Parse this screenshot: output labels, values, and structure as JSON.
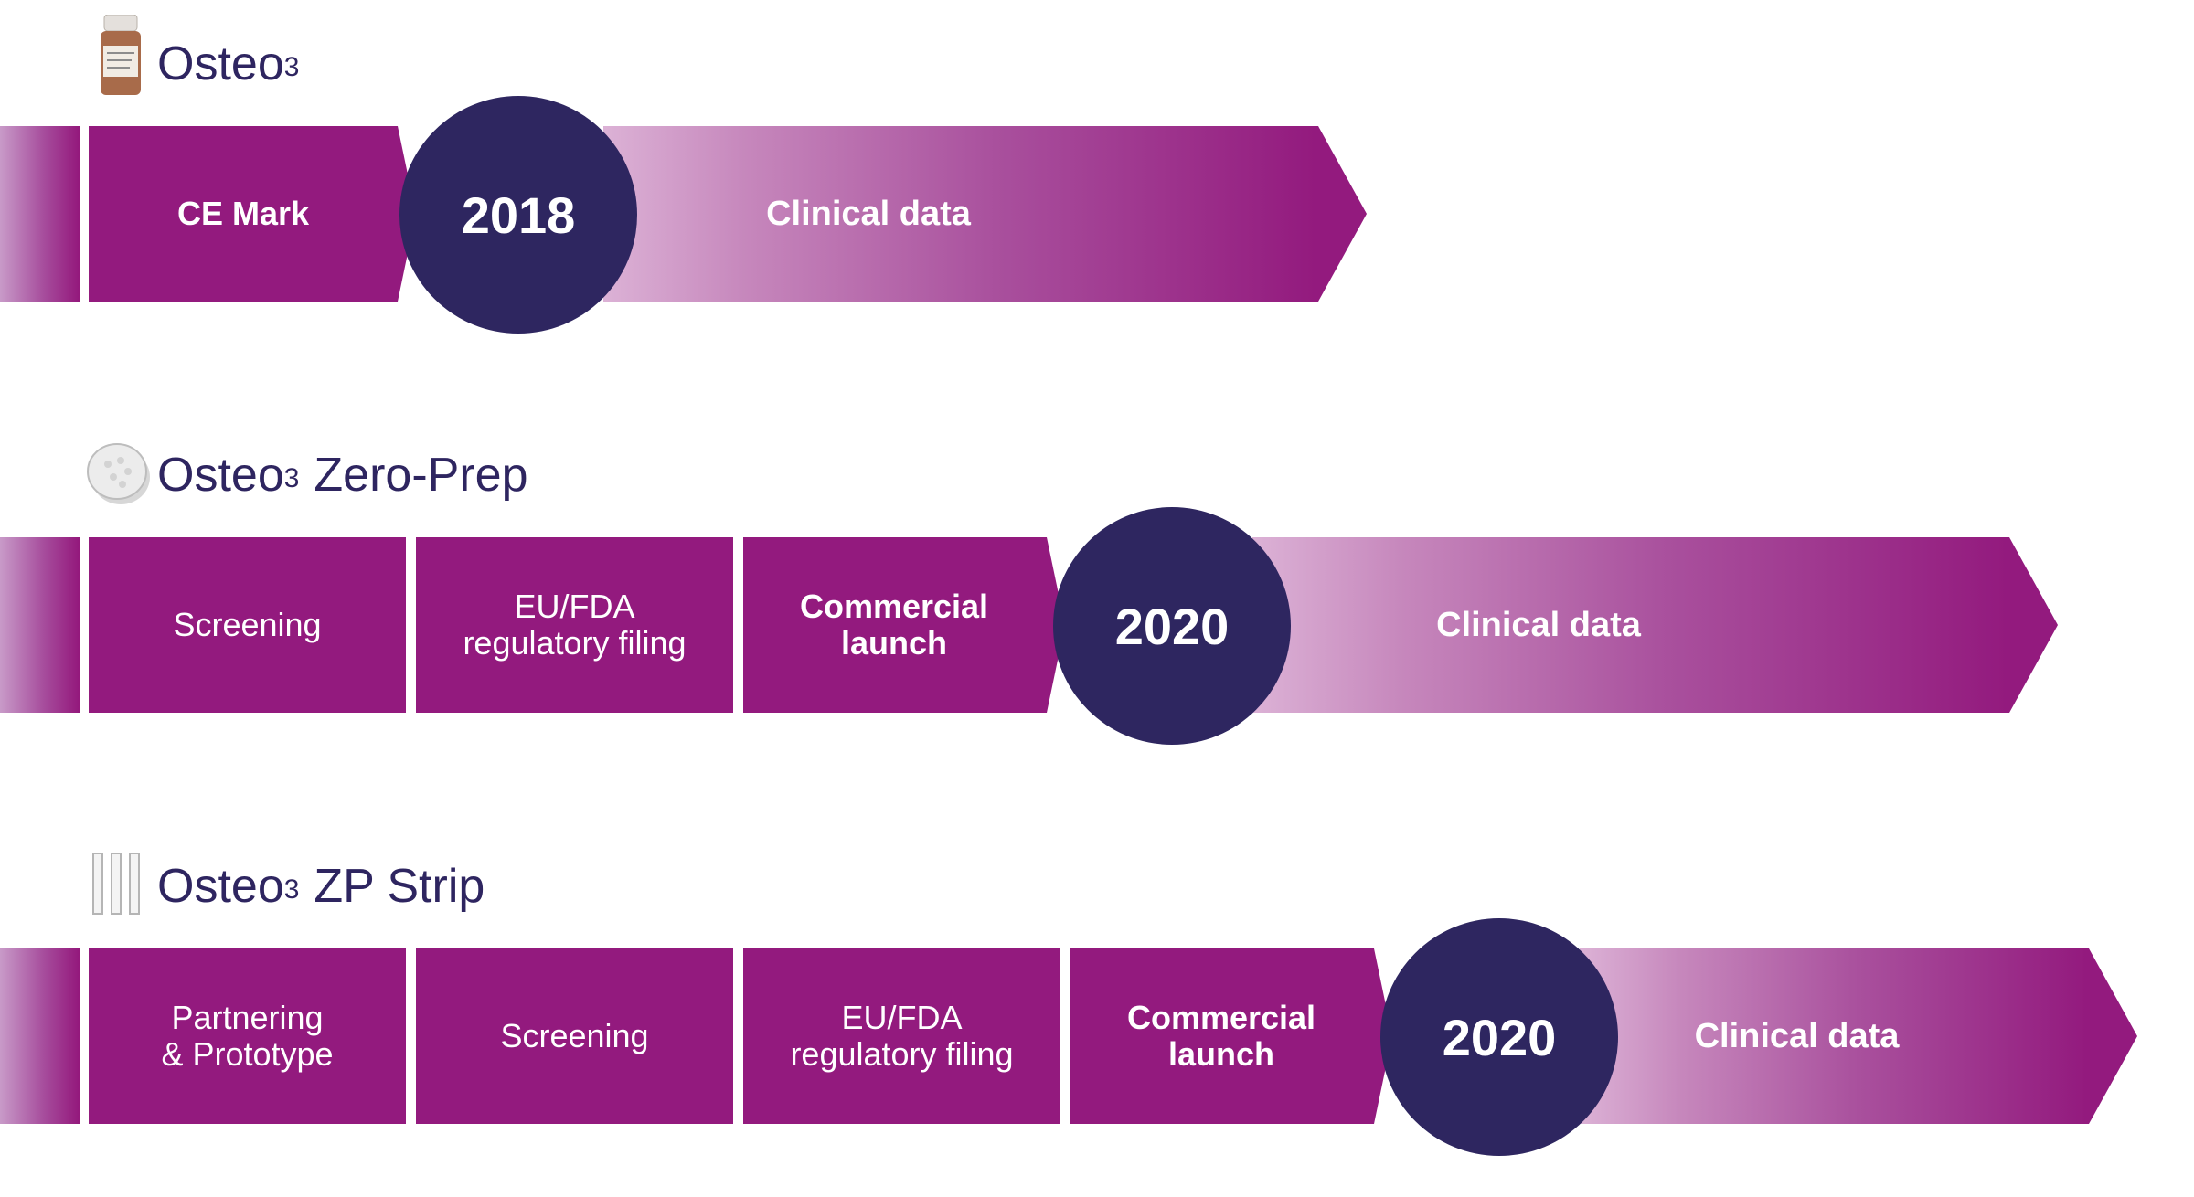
{
  "rows": [
    {
      "name": "Osteo",
      "sup": "3",
      "suffix": "",
      "icon": "vial-icon",
      "stages": [
        {
          "label": "CE Mark",
          "bold": true
        }
      ],
      "year": "2018",
      "future": "Clinical data"
    },
    {
      "name": "Osteo",
      "sup": "3",
      "suffix": "Zero-Prep",
      "icon": "tablet-icon",
      "stages": [
        {
          "label": "Screening",
          "bold": false
        },
        {
          "label": "EU/FDA\nregulatory filing",
          "bold": false
        },
        {
          "label": "Commercial\nlaunch",
          "bold": true
        }
      ],
      "year": "2020",
      "future": "Clinical data"
    },
    {
      "name": "Osteo",
      "sup": "3",
      "suffix": "ZP Strip",
      "icon": "strip-icon",
      "stages": [
        {
          "label": "Partnering\n& Prototype",
          "bold": false
        },
        {
          "label": "Screening",
          "bold": false
        },
        {
          "label": "EU/FDA\nregulatory filing",
          "bold": false
        },
        {
          "label": "Commercial\nlaunch",
          "bold": true
        }
      ],
      "year": "2020",
      "future": "Clinical data"
    }
  ],
  "colors": {
    "stage_fill": "#931a7e",
    "milestone_circle": "#2e2660",
    "title_text": "#2e2560",
    "gradient_start": "#dcb2d6"
  }
}
